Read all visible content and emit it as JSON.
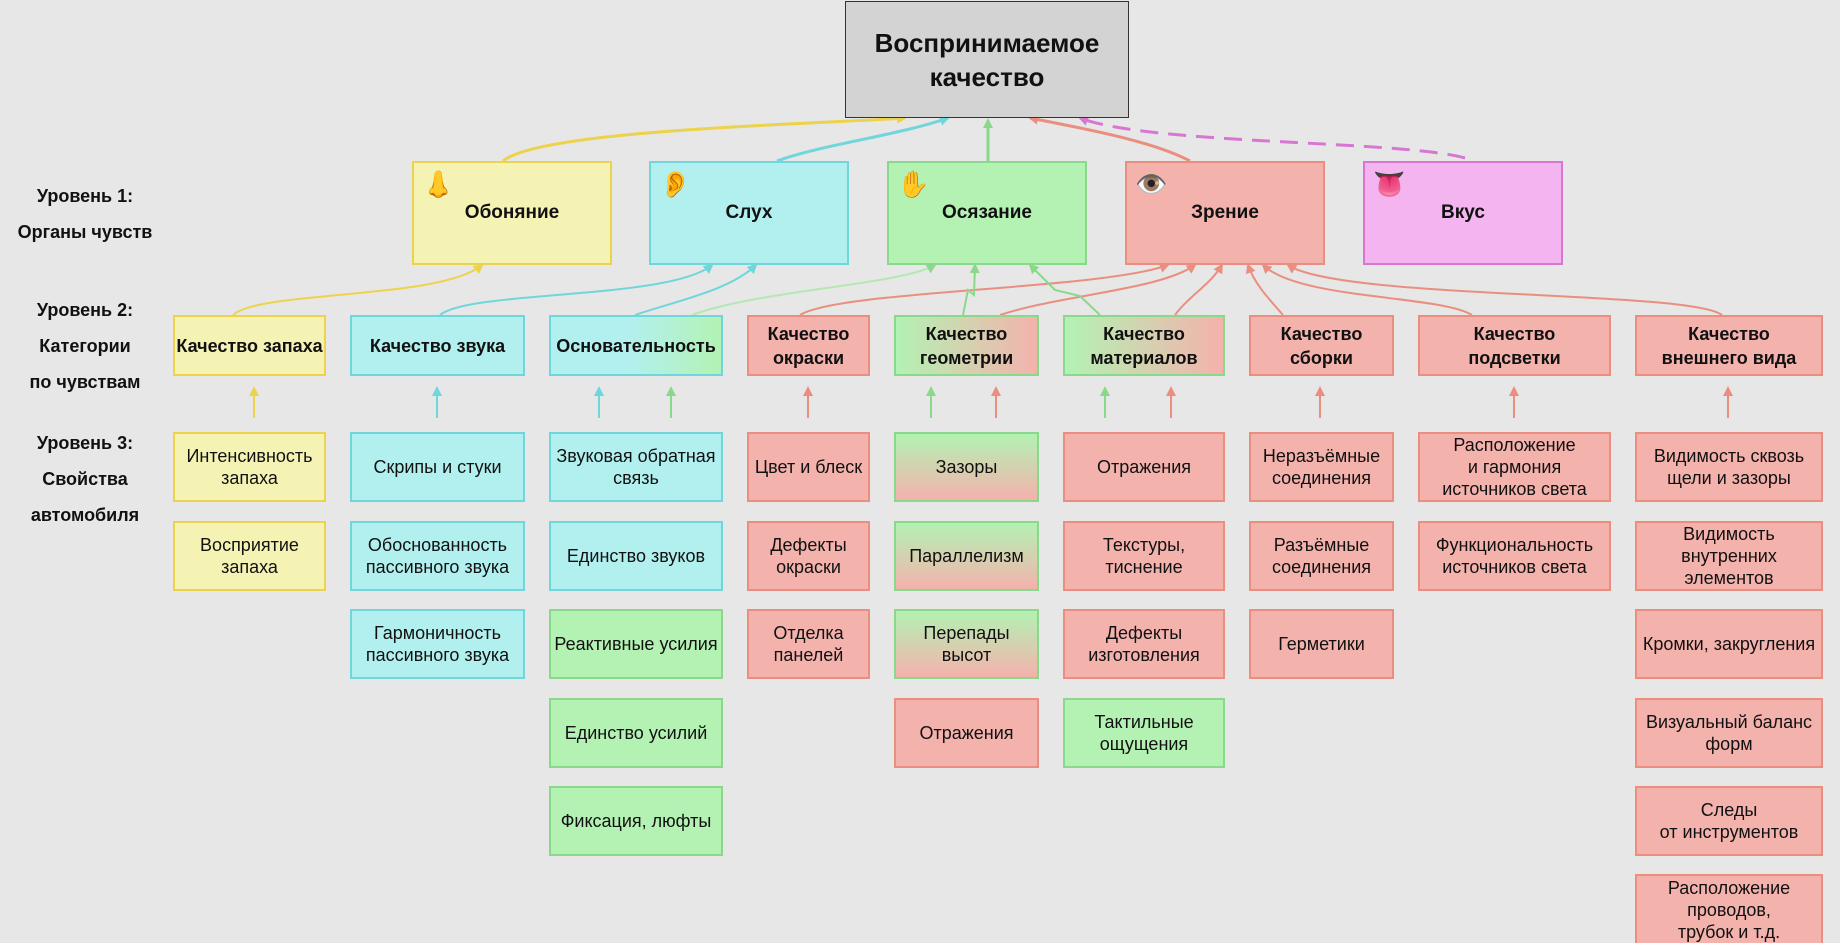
{
  "root": {
    "title": "Воспринимаемое\nкачество"
  },
  "levels": [
    {
      "text": "Уровень 1:\nОрганы чувств"
    },
    {
      "text": "Уровень 2:\nКатегории\nпо чувствам"
    },
    {
      "text": "Уровень 3:\nСвойства\nавтомобиля"
    }
  ],
  "senses": [
    {
      "label": "Обоняние",
      "emoji": "👃",
      "icon": "nose-icon"
    },
    {
      "label": "Слух",
      "emoji": "👂",
      "icon": "ear-icon"
    },
    {
      "label": "Осязание",
      "emoji": "✋",
      "icon": "hand-icon"
    },
    {
      "label": "Зрение",
      "emoji": "👁️",
      "icon": "eye-icon"
    },
    {
      "label": "Вкус",
      "emoji": "👅",
      "icon": "tongue-icon"
    }
  ],
  "categories": [
    {
      "label": "Качество запаха"
    },
    {
      "label": "Качество звука"
    },
    {
      "label": "Основательность"
    },
    {
      "label": "Качество\nокраски"
    },
    {
      "label": "Качество\nгеометрии"
    },
    {
      "label": "Качество\nматериалов"
    },
    {
      "label": "Качество\nсборки"
    },
    {
      "label": "Качество\nподсветки"
    },
    {
      "label": "Качество\nвнешнего вида"
    }
  ],
  "properties": {
    "smell": [
      "Интенсивность\nзапаха",
      "Восприятие\nзапаха"
    ],
    "sound": [
      "Скрипы и стуки",
      "Обоснованность\nпассивного звука",
      "Гармоничность\nпассивного звука"
    ],
    "solidity": [
      "Звуковая обратная\nсвязь",
      "Единство звуков",
      "Реактивные усилия",
      "Единство усилий",
      "Фиксация, люфты"
    ],
    "paint": [
      "Цвет и блеск",
      "Дефекты\nокраски",
      "Отделка\nпанелей"
    ],
    "geometry": [
      "Зазоры",
      "Параллелизм",
      "Перепады\nвысот",
      "Отражения"
    ],
    "materials": [
      "Отражения",
      "Текстуры,\nтиснение",
      "Дефекты\nизготовления",
      "Тактильные\nощущения"
    ],
    "assembly": [
      "Неразъёмные\nсоединения",
      "Разъёмные\nсоединения",
      "Герметики"
    ],
    "lighting": [
      "Расположение\nи гармония\nисточников света",
      "Функциональность\nисточников света"
    ],
    "appearance": [
      "Видимость сквозь\nщели и зазоры",
      "Видимость\nвнутренних\nэлементов",
      "Кромки, закругления",
      "Визуальный баланс\nформ",
      "Следы\nот инструментов",
      "Расположение\nпроводов,\nтрубок и т.д."
    ]
  },
  "colors": {
    "yellow": "#ecd34b",
    "cyan": "#6fd6db",
    "green": "#8ad88a",
    "red": "#ea8f7f",
    "magenta": "#d876d2"
  }
}
